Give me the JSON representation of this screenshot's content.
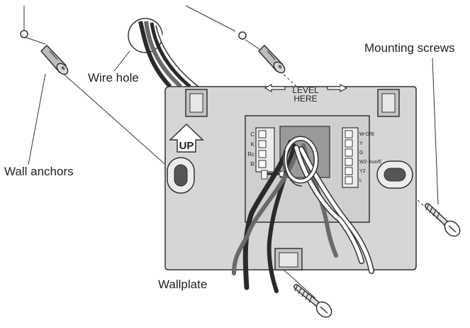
{
  "labels": {
    "mounting_screws": "Mounting screws",
    "wire_hole": "Wire hole",
    "wall_anchors": "Wall anchors",
    "wallplate": "Wallplate"
  },
  "plate_text": {
    "level_line1": "LEVEL",
    "level_line2": "HERE",
    "up": "UP"
  },
  "terminals_left": [
    "C",
    "K",
    "Rc",
    "R"
  ],
  "terminals_right": [
    "W-O/B",
    "Y",
    "G",
    "W2-Aux/E",
    "Y2",
    "L"
  ],
  "colors": {
    "plate_fill": "#d6d6d6",
    "outline": "#333333",
    "wire_dark": "#2a2a2a",
    "wire_gray": "#6a6a6a",
    "wire_white": "#ffffff"
  }
}
